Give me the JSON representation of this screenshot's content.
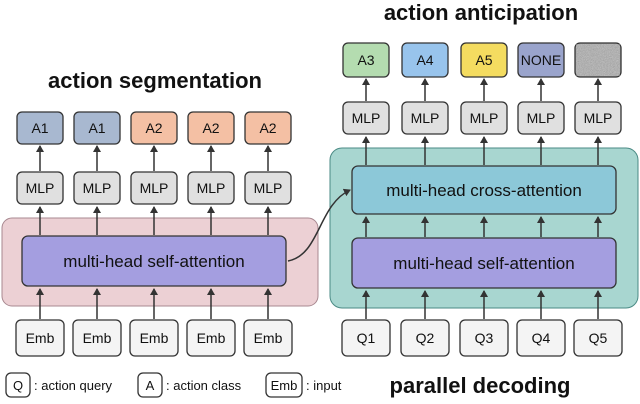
{
  "titles": {
    "segmentation": "action segmentation",
    "anticipation": "action anticipation",
    "decoding": "parallel decoding"
  },
  "segmentation": {
    "inputs": [
      "Emb",
      "Emb",
      "Emb",
      "Emb",
      "Emb"
    ],
    "mlp": [
      "MLP",
      "MLP",
      "MLP",
      "MLP",
      "MLP"
    ],
    "outputs": [
      "A1",
      "A1",
      "A2",
      "A2",
      "A2"
    ],
    "self_attention": "multi-head self-attention"
  },
  "anticipation": {
    "queries": [
      "Q1",
      "Q2",
      "Q3",
      "Q4",
      "Q5"
    ],
    "mlp": [
      "MLP",
      "MLP",
      "MLP",
      "MLP",
      "MLP"
    ],
    "outputs": [
      "A3",
      "A4",
      "A5",
      "NONE",
      ""
    ],
    "self_attention": "multi-head self-attention",
    "cross_attention": "multi-head cross-attention"
  },
  "legend": [
    {
      "key": "Q",
      "text": ": action query"
    },
    {
      "key": "A",
      "text": ": action class"
    },
    {
      "key": "Emb",
      "text": ": input"
    }
  ],
  "colors": {
    "seg_panel": "#ecd0d4",
    "dec_panel": "#a8d6d0",
    "self_attn": "#a49ee0",
    "cross_attn": "#8cc8d8",
    "node": "#e0e0e0",
    "input": "#f4f4f4",
    "a1": "#a8b8d0",
    "a2": "#f4c0a4",
    "a3": "#b4dcb0",
    "a4": "#98c4ec",
    "a5": "#f4dc60",
    "none": "#9aa4cc",
    "noise": "#a8a8a8"
  }
}
